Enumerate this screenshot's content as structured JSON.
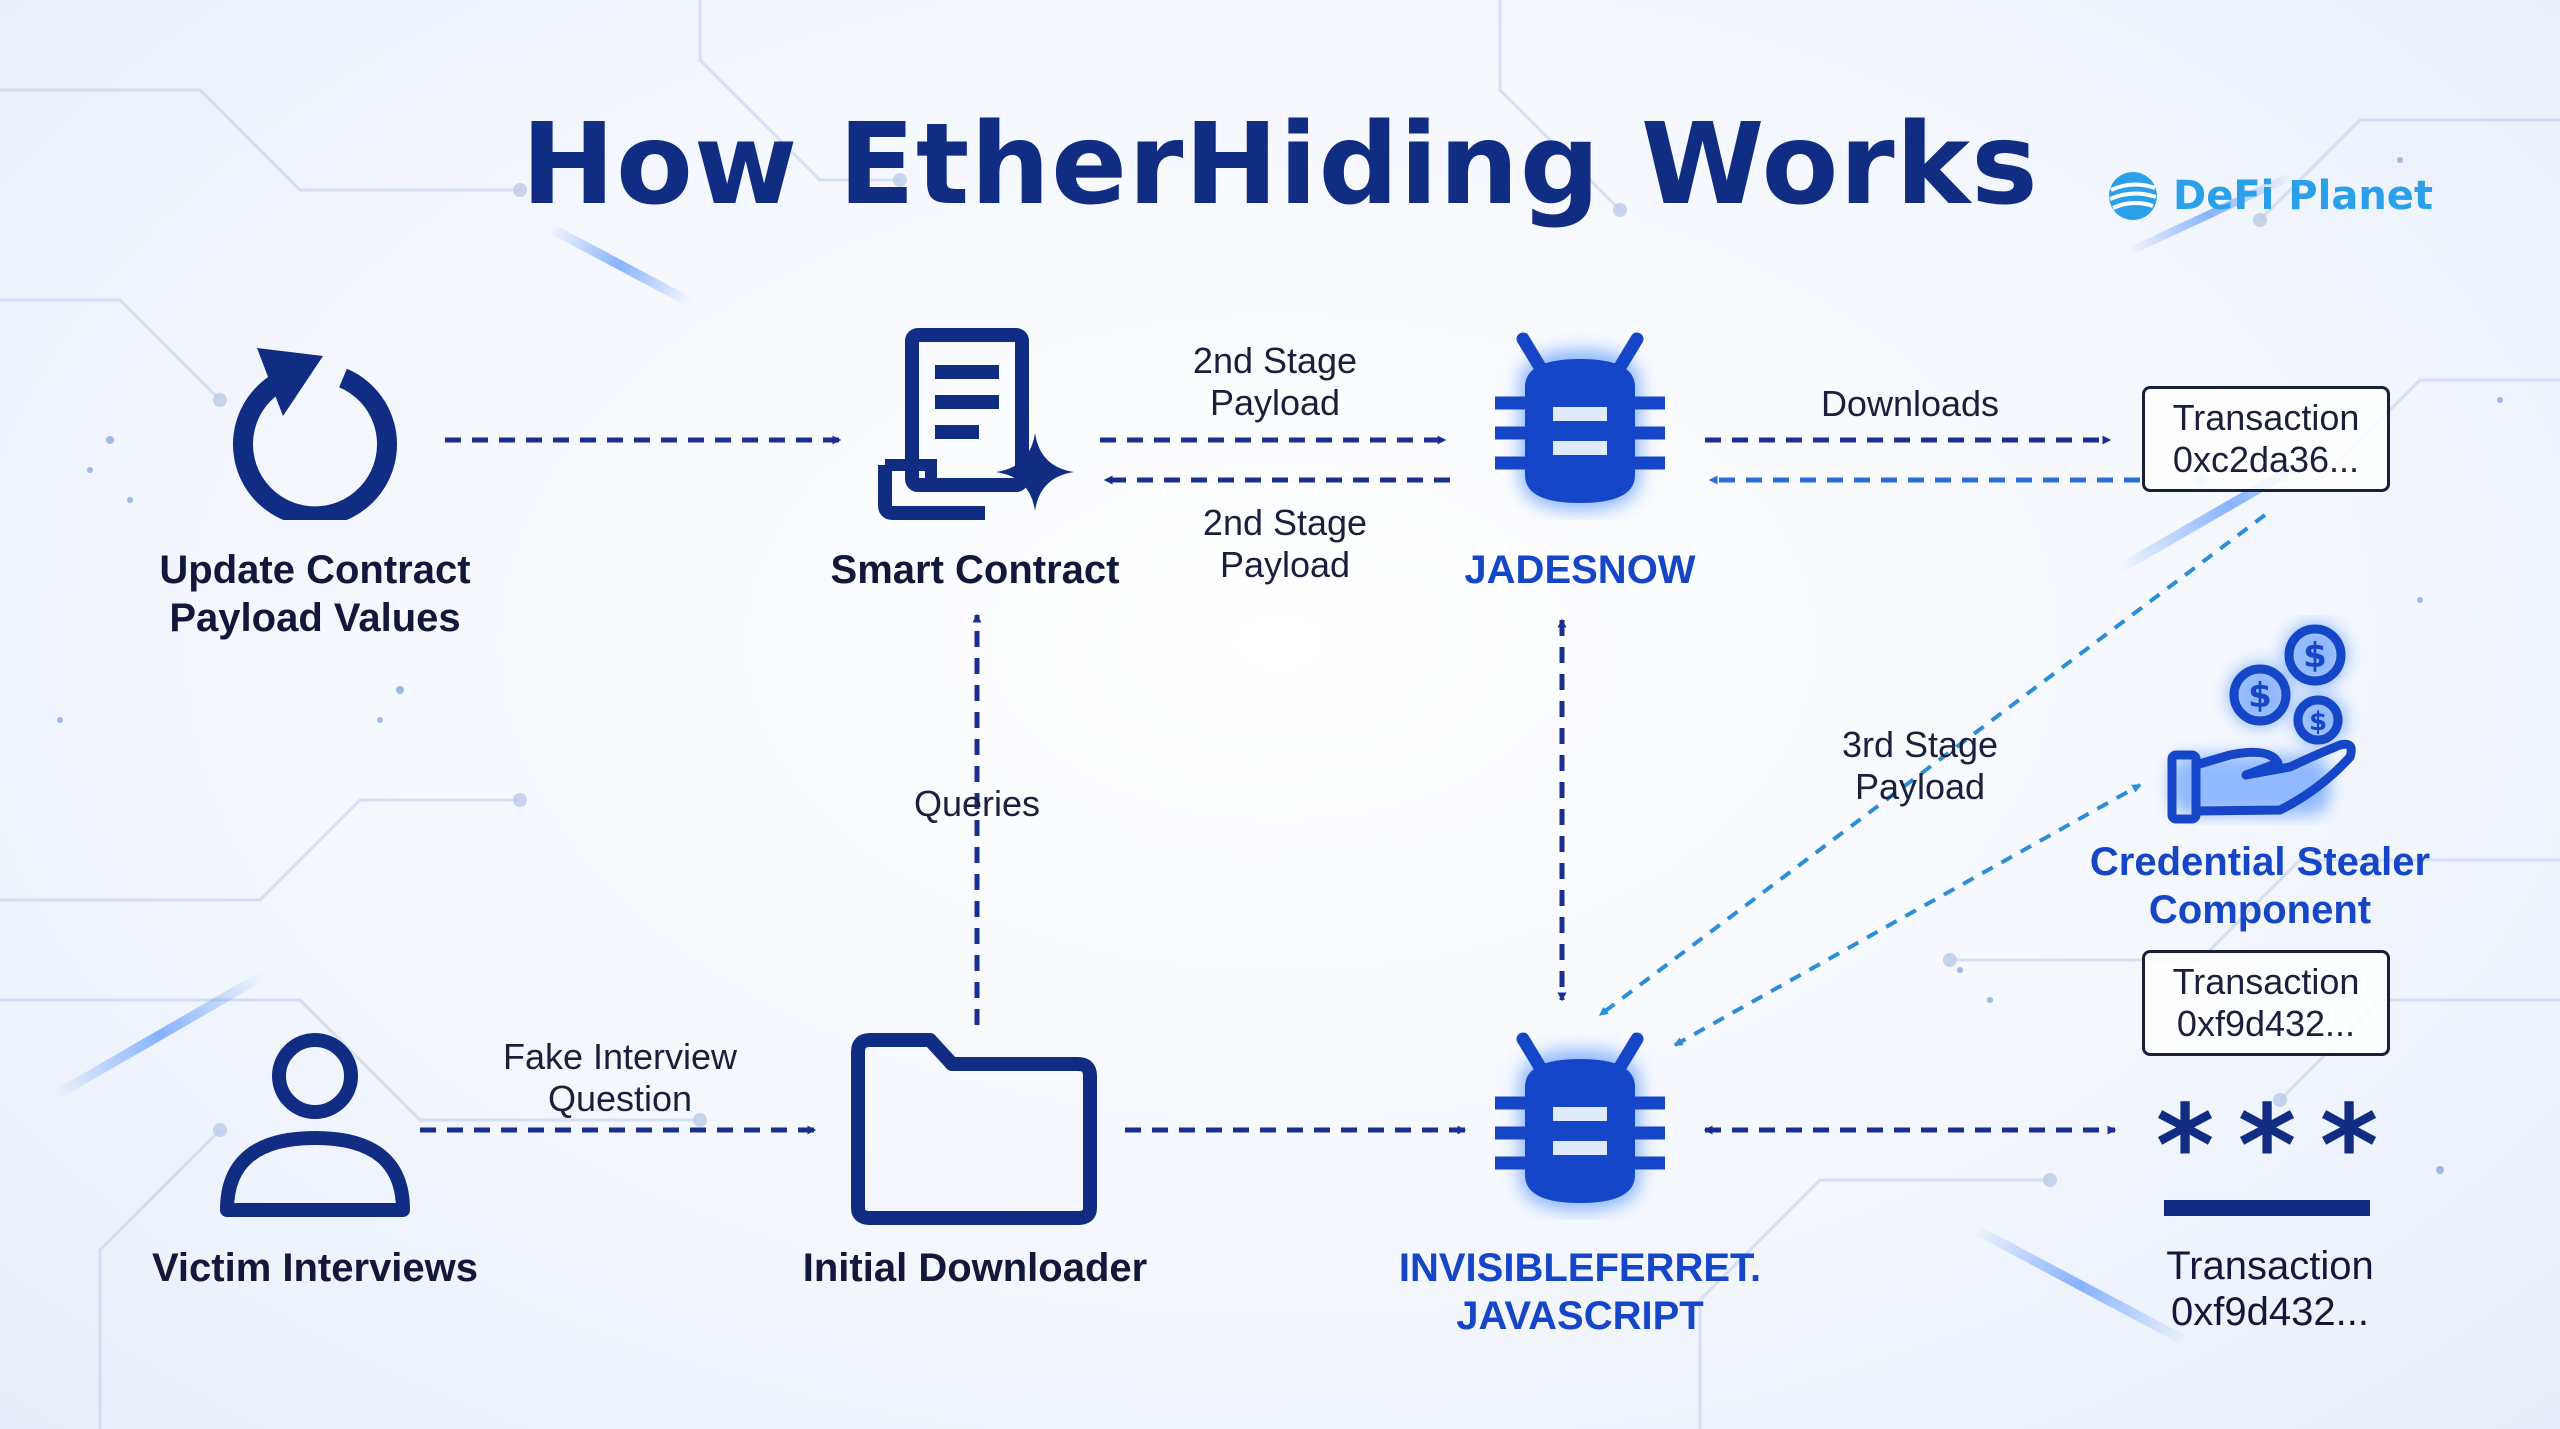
{
  "title": "How EtherHiding Works",
  "brand": {
    "name": "DeFi Planet",
    "color": "#2aa0ea"
  },
  "colors": {
    "navy": "#102d83",
    "accent": "#1646c8",
    "glow": "#2f7cff",
    "teal": "#2a8fd8"
  },
  "nodes": {
    "update": {
      "label_line1": "Update Contract",
      "label_line2": "Payload Values",
      "icon": "refresh-icon"
    },
    "smart_contract": {
      "label": "Smart Contract",
      "icon": "smart-contract-document-icon"
    },
    "jadesnow": {
      "label": "JADESNOW",
      "icon": "bug-icon"
    },
    "victim": {
      "label": "Victim Interviews",
      "icon": "user-icon"
    },
    "downloader": {
      "label": "Initial Downloader",
      "icon": "folder-icon"
    },
    "ferret": {
      "label_line1": "INVISIBLEFERRET.",
      "label_line2": "JAVASCRIPT",
      "icon": "bug-icon"
    },
    "stealer": {
      "label_line1": "Credential Stealer",
      "label_line2": "Component",
      "icon": "hand-coins-icon"
    }
  },
  "transactions": {
    "top": {
      "line1": "Transaction",
      "line2": "0xc2da36..."
    },
    "middle": {
      "line1": "Transaction",
      "line2": "0xf9d432..."
    },
    "bottom": {
      "line1": "Transaction",
      "line2": "0xf9d432...",
      "icon": "password-asterisks-icon"
    }
  },
  "edges": {
    "second_stage_top": {
      "line1": "2nd Stage",
      "line2": "Payload"
    },
    "second_stage_bottom": {
      "line1": "2nd Stage",
      "line2": "Payload"
    },
    "downloads": "Downloads",
    "queries": "Queries",
    "third_stage": {
      "line1": "3rd Stage",
      "line2": "Payload"
    },
    "fake_interview": {
      "line1": "Fake Interview",
      "line2": "Question"
    }
  }
}
